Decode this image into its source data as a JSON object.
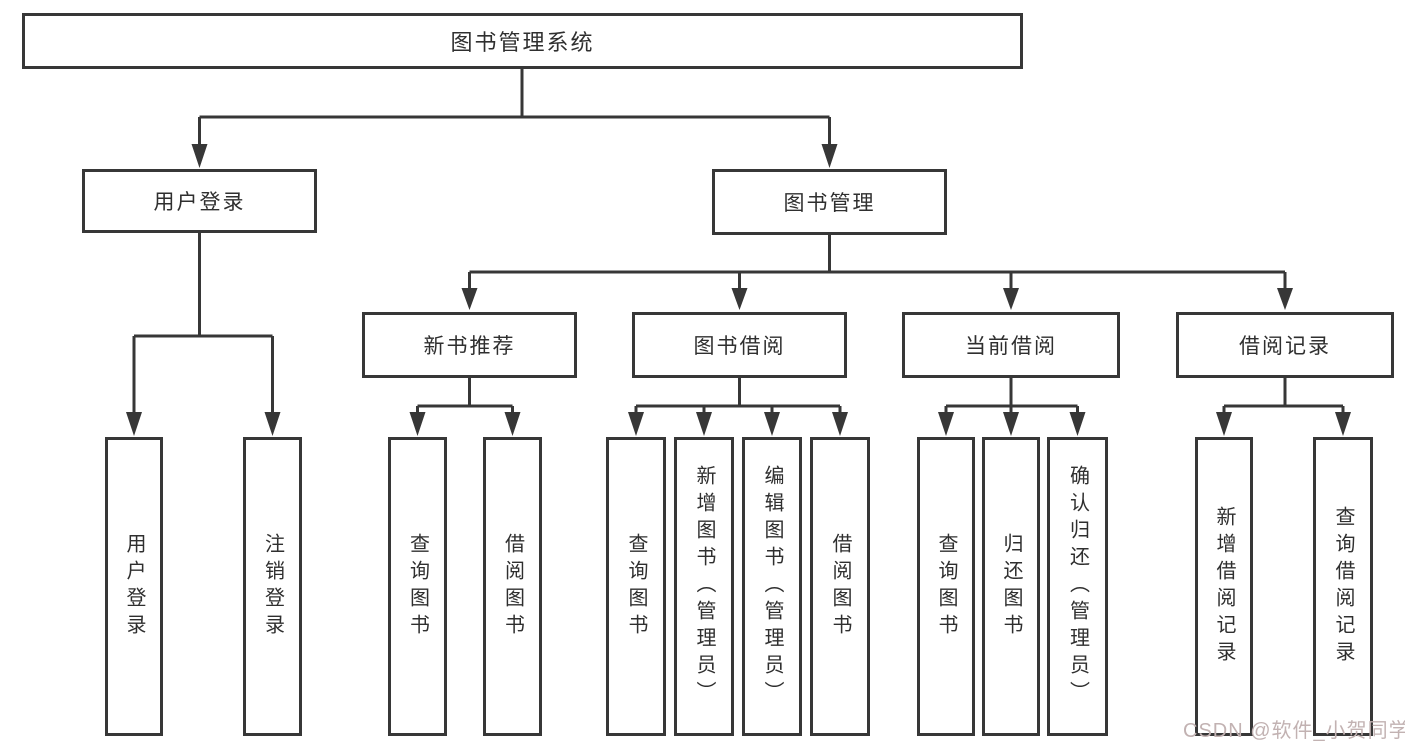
{
  "diagram_type": "hierarchy-tree",
  "tree": {
    "label": "图书管理系统",
    "children": [
      {
        "label": "用户登录",
        "children": [
          {
            "label": "用户登录"
          },
          {
            "label": "注销登录"
          }
        ]
      },
      {
        "label": "图书管理",
        "children": [
          {
            "label": "新书推荐",
            "children": [
              {
                "label": "查询图书"
              },
              {
                "label": "借阅图书"
              }
            ]
          },
          {
            "label": "图书借阅",
            "children": [
              {
                "label": "查询图书"
              },
              {
                "label": "新增图书（管理员）"
              },
              {
                "label": "编辑图书（管理员）"
              },
              {
                "label": "借阅图书"
              }
            ]
          },
          {
            "label": "当前借阅",
            "children": [
              {
                "label": "查询图书"
              },
              {
                "label": "归还图书"
              },
              {
                "label": "确认归还（管理员）"
              }
            ]
          },
          {
            "label": "借阅记录",
            "children": [
              {
                "label": "新增借阅记录"
              },
              {
                "label": "查询借阅记录"
              }
            ]
          }
        ]
      }
    ]
  },
  "watermark": "CSDN @软件_小贺同学",
  "colors": {
    "line": "#373737",
    "box_border": "#373737",
    "text": "#2f2f2f",
    "watermark": "#c2b2b2",
    "background": "#ffffff"
  }
}
